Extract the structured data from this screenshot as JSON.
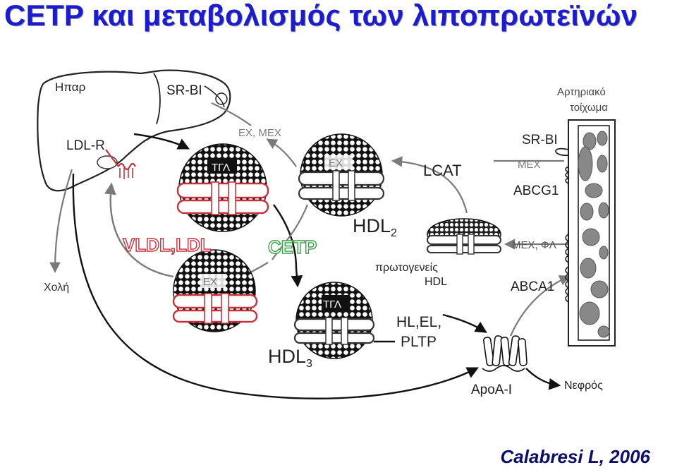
{
  "title": "CETP και μεταβολισμός των λιποπρωτεϊνών",
  "citation": "Calabresi L, 2006",
  "labels": {
    "liver": "Ηπαρ",
    "srbi_liver": "SR-BI",
    "ldlr": "LDL-R",
    "bile": "Χολή",
    "ex_mex": "ΕΧ, ΜΕΧ",
    "vldl_tg": "ΤΓΛ",
    "vldl_ldl": "VLDL,LDL",
    "ldl_ex": "ΕΧ",
    "hdl2_ex": "ΕΧ",
    "hdl2": "HDL",
    "hdl2_sub": "2",
    "lcat": "LCAT",
    "cetp": "CETP",
    "hdl3_tg": "ΤΓΛ",
    "hdl3": "HDL",
    "hdl3_sub": "3",
    "primary_hdl_1": "πρωτογενείς",
    "primary_hdl_2": "HDL",
    "hl_el": "HL,EL,",
    "pltp": "PLTP",
    "apoai": "ApoA-I",
    "kidney": "Νεφρός",
    "artery_1": "Αρτηριακό",
    "artery_2": "τοίχωμα",
    "srbi_artery": "SR-BI",
    "mex": "ΜΕΧ",
    "abcg1": "ABCG1",
    "mex_fl": "ΜΕΧ, ΦΛ",
    "abca1": "ABCA1"
  },
  "colors": {
    "title": "#1b1bcf",
    "citation": "#0d0d6b",
    "red": "#c8323c",
    "cetp_green": "#3aa046",
    "arrow_gray": "#7a7a7a",
    "text_dark": "#222222"
  }
}
